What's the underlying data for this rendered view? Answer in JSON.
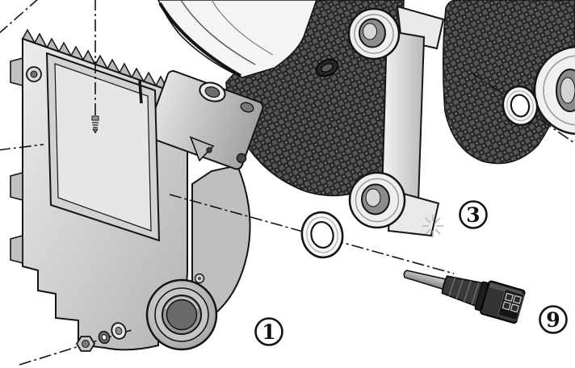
{
  "diagram": {
    "type": "exploded-parts-diagram",
    "callouts": [
      {
        "number": "1"
      },
      {
        "number": "3"
      },
      {
        "number": "9"
      }
    ],
    "colors": {
      "line": "#141414",
      "metal_light": "#f2f2f2",
      "metal_mid": "#c7c7c7",
      "metal_dark": "#8f8f8f",
      "knurl": "#4f4f4f",
      "connector_dark": "#2b2b2b",
      "background": "#ffffff"
    }
  }
}
